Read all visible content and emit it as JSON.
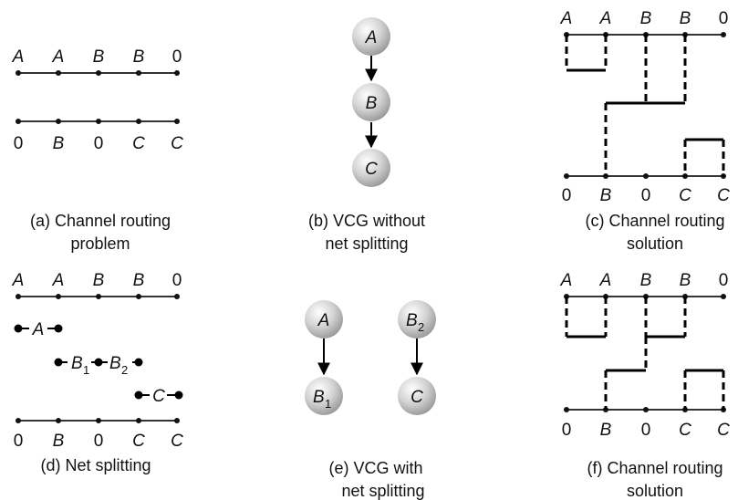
{
  "panel_a": {
    "top_pins": [
      "A",
      "A",
      "B",
      "B",
      "0"
    ],
    "bottom_pins": [
      "0",
      "B",
      "0",
      "C",
      "C"
    ],
    "caption_line1": "(a) Channel routing",
    "caption_line2": "problem"
  },
  "panel_b": {
    "nodes": [
      "A",
      "B",
      "C"
    ],
    "caption_line1": "(b) VCG without",
    "caption_line2": "net splitting"
  },
  "panel_c": {
    "top_pins": [
      "A",
      "A",
      "B",
      "B",
      "0"
    ],
    "bottom_pins": [
      "0",
      "B",
      "0",
      "C",
      "C"
    ],
    "caption_line1": "(c) Channel routing",
    "caption_line2": "solution"
  },
  "panel_d": {
    "top_pins": [
      "A",
      "A",
      "B",
      "B",
      "0"
    ],
    "bottom_pins": [
      "0",
      "B",
      "0",
      "C",
      "C"
    ],
    "segments": {
      "a": "A",
      "b1": "B",
      "b1_sub": "1",
      "b2": "B",
      "b2_sub": "2",
      "c": "C"
    },
    "caption": "(d) Net splitting"
  },
  "panel_e": {
    "nodes": {
      "a": "A",
      "b1": "B",
      "b1_sub": "1",
      "b2": "B",
      "b2_sub": "2",
      "c": "C"
    },
    "caption_line1": "(e) VCG with",
    "caption_line2": "net splitting"
  },
  "panel_f": {
    "top_pins": [
      "A",
      "A",
      "B",
      "B",
      "0"
    ],
    "bottom_pins": [
      "0",
      "B",
      "0",
      "C",
      "C"
    ],
    "caption_line1": "(f) Channel routing",
    "caption_line2": "solution"
  }
}
